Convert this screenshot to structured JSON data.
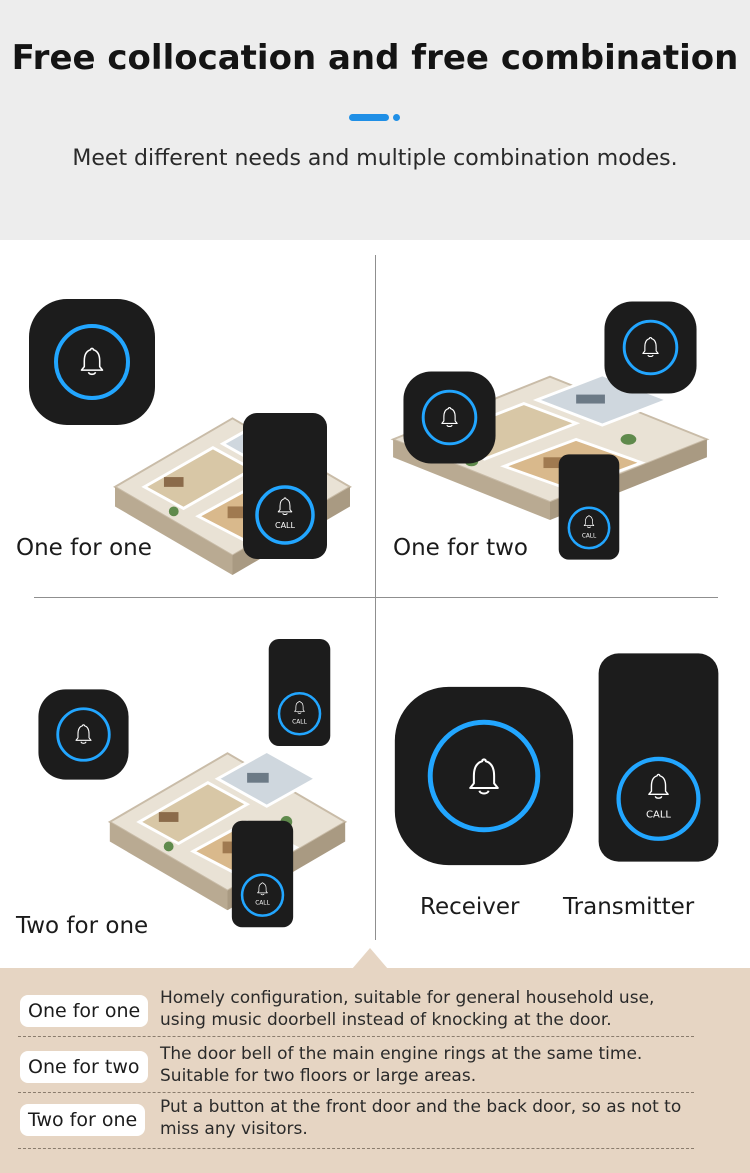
{
  "header": {
    "title": "Free collocation and free combination",
    "subtitle": "Meet different needs and multiple combination modes.",
    "accent_color": "#1f8fe6"
  },
  "quadrants": {
    "top_left_label": "One for one",
    "top_right_label": "One for two",
    "bottom_left_label": "Two for one",
    "receiver_label": "Receiver",
    "transmitter_label": "Transmitter"
  },
  "device": {
    "button_text": "CALL",
    "receiver_icon": "bell-icon",
    "transmitter_icon": "bell-icon",
    "ring_color": "#22a6ff",
    "body_color": "#1c1c1c"
  },
  "modes": [
    {
      "name": "One for one",
      "line1": "Homely configuration, suitable for general household use,",
      "line2": "using music doorbell instead of knocking at the door."
    },
    {
      "name": "One for two",
      "line1": "The door bell of the main engine rings at the same time.",
      "line2": "Suitable for two floors or large areas."
    },
    {
      "name": "Two for one",
      "line1": "Put a button at the front door and the back door, so as not to",
      "line2": "miss any visitors."
    }
  ],
  "bottom_panel_color": "#e6d5c3"
}
